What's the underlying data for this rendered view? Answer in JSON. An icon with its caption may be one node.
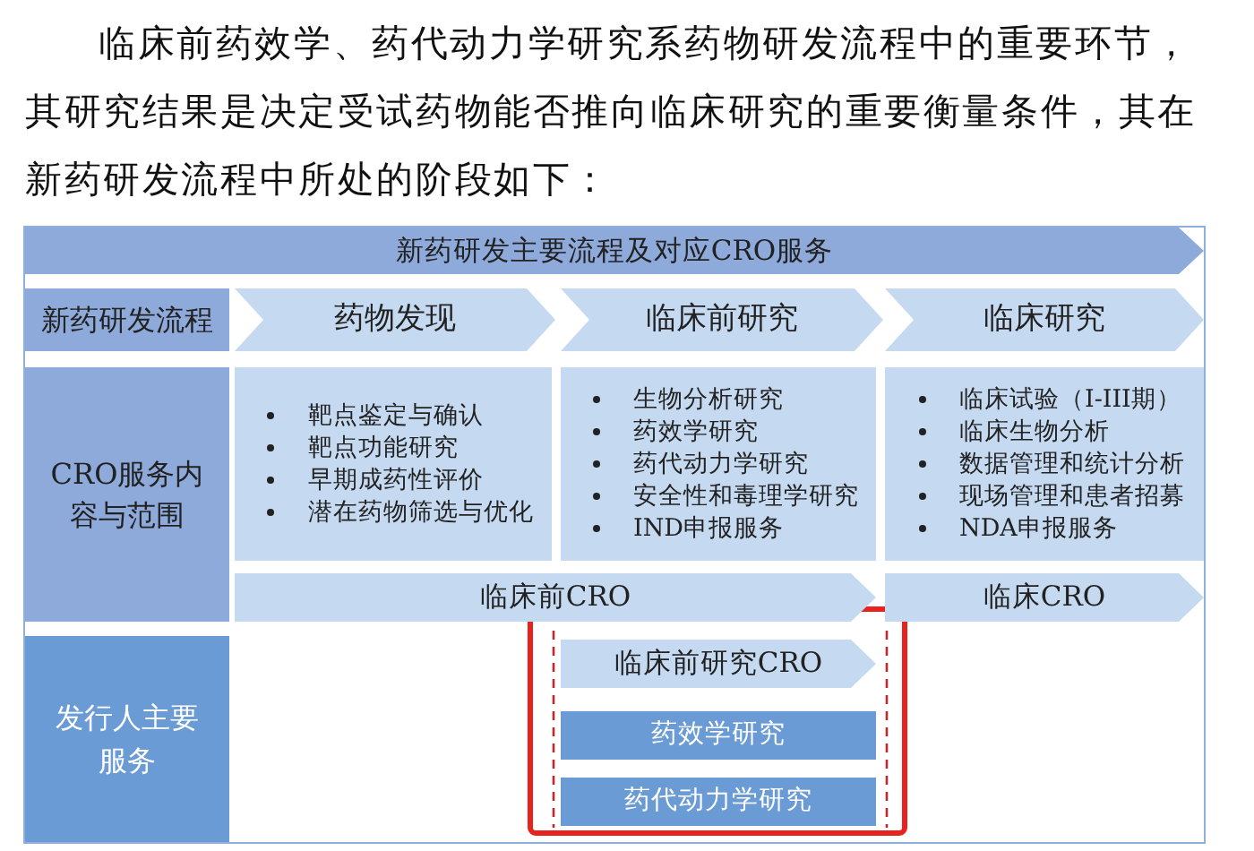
{
  "diagram": {
    "nodes": [
      {
        "text": [
          "新药研发主要流程及对应CRO服务"
        ]
      },
      {
        "text": [
          "新药研发流程"
        ]
      },
      {
        "text": [
          "药物发现"
        ]
      },
      {
        "text": [
          "临床前研究"
        ]
      },
      {
        "text": [
          "临床研究"
        ]
      },
      {
        "text": [
          "CRO服务内容与范围"
        ]
      },
      {
        "text": [
          "靶点鉴定与确认",
          "靶点功能研究",
          "早期成药性评价",
          "潜在药物筛选与优化"
        ]
      },
      {
        "text": [
          "生物分析研究",
          "药效学研究",
          "药代动力学研究",
          "安全性和毒理学研究",
          "IND申报服务"
        ]
      },
      {
        "text": [
          "临床试验（I-III期）",
          "临床生物分析",
          "数据管理和统计分析",
          "现场管理和患者招募",
          "NDA申报服务"
        ]
      },
      {
        "text": [
          "临床前CRO"
        ]
      },
      {
        "text": [
          "临床CRO"
        ]
      },
      {
        "text": [
          "发行人主要服务"
        ]
      },
      {
        "text": [
          "临床前研究CRO"
        ]
      },
      {
        "text": [
          "药效学研究"
        ]
      },
      {
        "text": [
          "药代动力学研究"
        ]
      }
    ],
    "labels": [
      "临床前药效学、药代动力学研究系药物研发流程中的重要环节，其研究结果是决定受试药物能否推向临床研究的重要衡量条件，其在新药研发流程中所处的阶段如下："
    ]
  }
}
